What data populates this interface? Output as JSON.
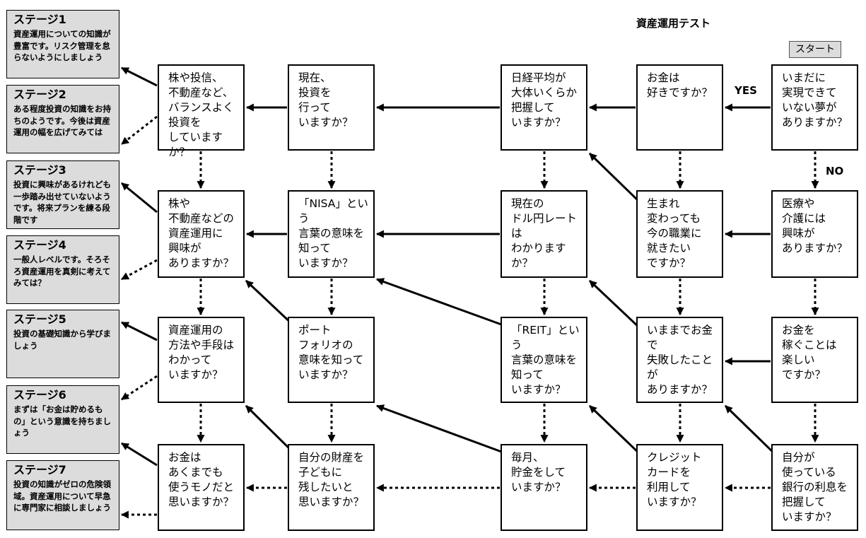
{
  "title": "資産運用テスト",
  "start_label": "スタート",
  "yes_label": "YES",
  "no_label": "NO",
  "stages": [
    {
      "title": "ステージ1",
      "text": "資産運用についての知識が豊富です。リスク管理を怠らないようにしましょう"
    },
    {
      "title": "ステージ2",
      "text": "ある程度投資の知識をお持ちのようです。今後は資産運用の幅を広げてみては"
    },
    {
      "title": "ステージ3",
      "text": "投資に興味があるけれども一歩踏み出せていないようです。将来プランを練る段階です"
    },
    {
      "title": "ステージ4",
      "text": "一般人レベルです。そろそろ資産運用を真剣に考えてみては？"
    },
    {
      "title": "ステージ5",
      "text": "投資の基礎知識から学びましょう"
    },
    {
      "title": "ステージ6",
      "text": "まずは「お金は貯めるもの」という意識を持ちましょう"
    },
    {
      "title": "ステージ7",
      "text": "投資の知識がゼロの危険領域。資産運用について早急に専門家に相談しましょう"
    }
  ],
  "questions": [
    {
      "text": "株や投信、\n不動産など、\nバランスよく\n投資を\nしていますか？"
    },
    {
      "text": "現在、\n投資を\n行って\nいますか？"
    },
    {
      "text": "日経平均が\n大体いくらか\n把握して\nいますか？"
    },
    {
      "text": "お金は\n好きですか？"
    },
    {
      "text": "いまだに\n実現できて\nいない夢が\nありますか？"
    },
    {
      "text": "株や\n不動産などの\n資産運用に\n興味が\nありますか？"
    },
    {
      "text": "「NISA」という\n言葉の意味を\n知って\nいますか？"
    },
    {
      "text": "現在の\nドル円レートは\nわかりますか？"
    },
    {
      "text": "生まれ\n変わっても\n今の職業に\n就きたい\nですか？"
    },
    {
      "text": "医療や\n介護には\n興味が\nありますか？"
    },
    {
      "text": "資産運用の\n方法や手段は\nわかって\nいますか？"
    },
    {
      "text": "ポート\nフォリオの\n意味を知って\nいますか？"
    },
    {
      "text": "「REIT」という\n言葉の意味を\n知って\nいますか？"
    },
    {
      "text": "いままでお金で\n失敗したことが\nありますか？"
    },
    {
      "text": "お金を\n稼ぐことは\n楽しい\nですか？"
    },
    {
      "text": "お金は\nあくまでも\n使うモノだと\n思いますか？"
    },
    {
      "text": "自分の財産を\n子どもに\n残したいと\n思いますか？"
    },
    {
      "text": "毎月、\n貯金をして\nいますか？"
    },
    {
      "text": "クレジット\nカードを\n利用して\nいますか？"
    },
    {
      "text": "自分が\n使っている\n銀行の利息を\n把握して\nいますか？"
    }
  ]
}
